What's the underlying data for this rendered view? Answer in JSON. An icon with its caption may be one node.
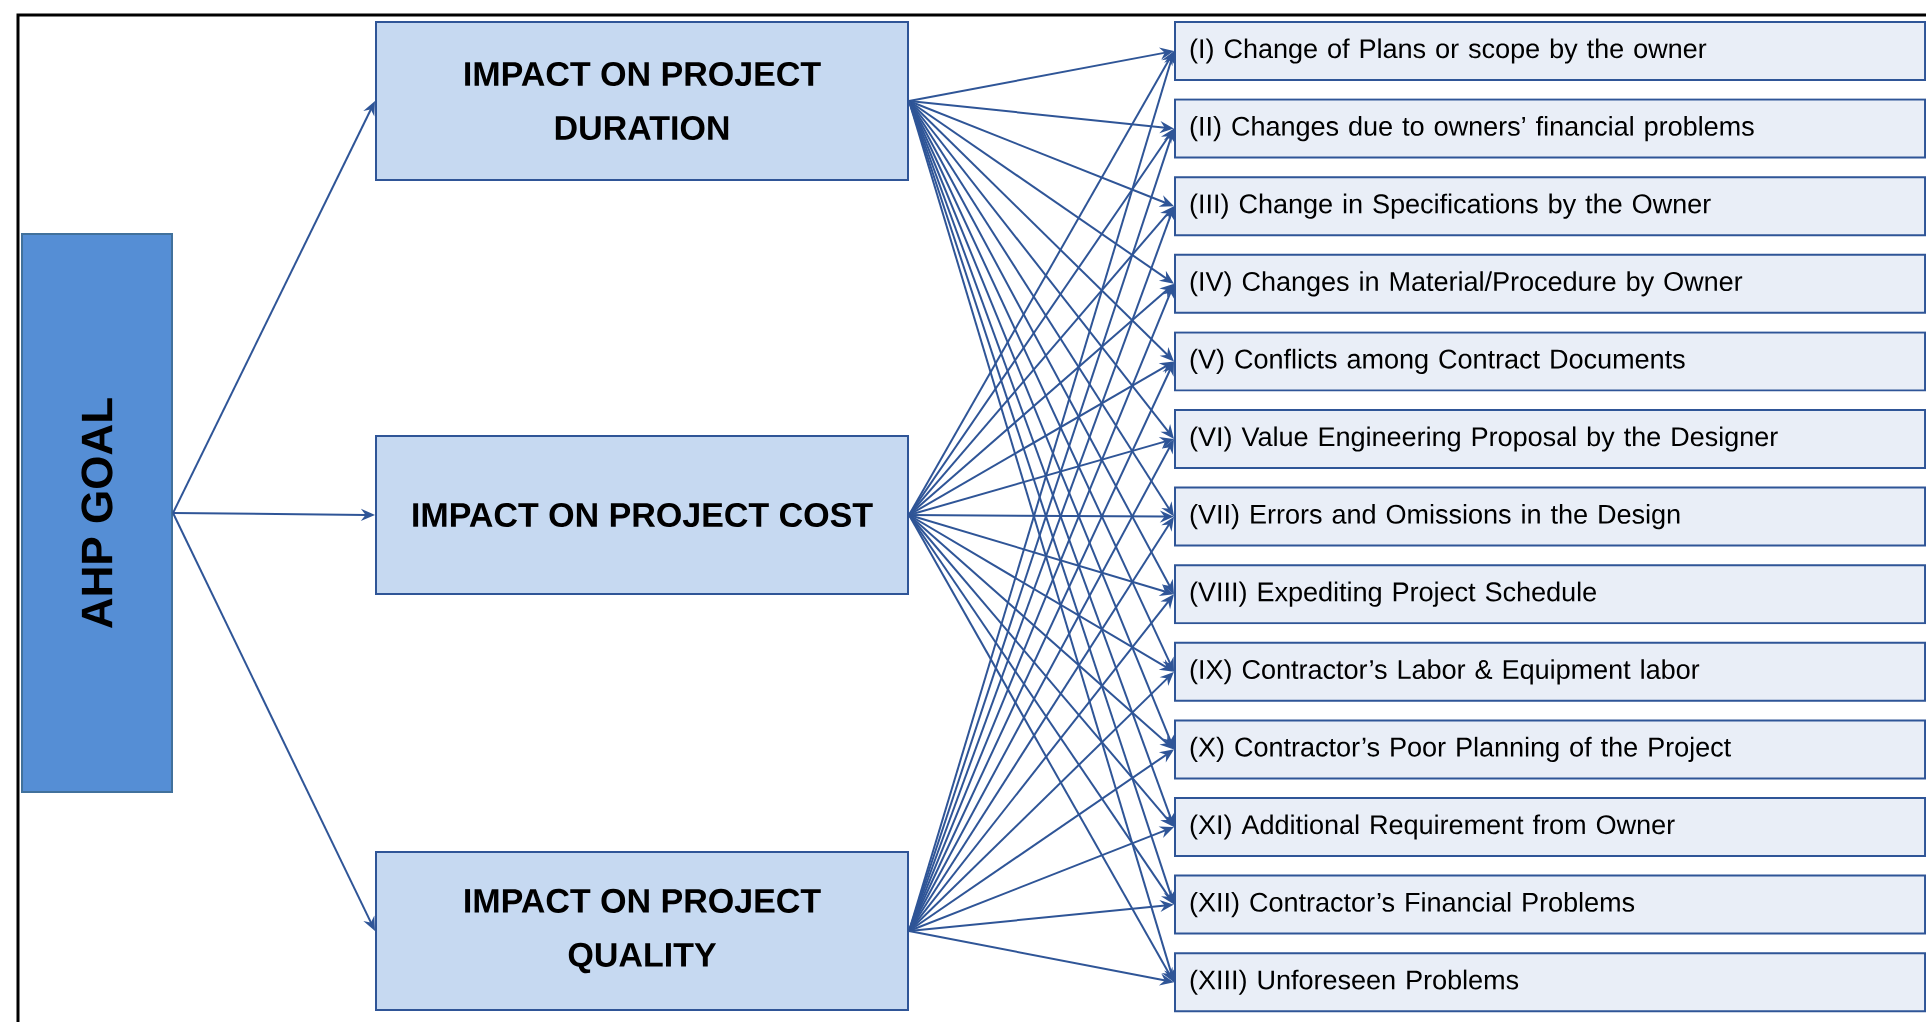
{
  "diagram": {
    "nodes": [
      {
        "text": [
          "AHP GOAL"
        ]
      },
      {
        "text": [
          "IMPACT ON PROJECT DURATION"
        ]
      },
      {
        "text": [
          "IMPACT ON PROJECT COST"
        ]
      },
      {
        "text": [
          "IMPACT ON PROJECT QUALITY"
        ]
      },
      {
        "text": [
          "(I) Change of Plans or scope by the owner"
        ]
      },
      {
        "text": [
          "(II) Changes due to owners’ financial problems"
        ]
      },
      {
        "text": [
          "(III) Change in Specifications by the Owner"
        ]
      },
      {
        "text": [
          "(IV) Changes in Material/Procedure by Owner"
        ]
      },
      {
        "text": [
          "(V) Conflicts among Contract Documents"
        ]
      },
      {
        "text": [
          "(VI) Value Engineering Proposal by the Designer"
        ]
      },
      {
        "text": [
          "(VII) Errors and Omissions in the Design"
        ]
      },
      {
        "text": [
          "(VIII) Expediting Project Schedule"
        ]
      },
      {
        "text": [
          "(IX) Contractor’s Labor & Equipment labor"
        ]
      },
      {
        "text": [
          "(X) Contractor’s Poor Planning of the Project"
        ]
      },
      {
        "text": [
          "(XI) Additional Requirement from Owner"
        ]
      },
      {
        "text": [
          "(XII) Contractor’s Financial Problems"
        ]
      },
      {
        "text": [
          "(XIII) Unforeseen Problems"
        ]
      }
    ],
    "edges": [
      {
        "from": 0,
        "to": 1,
        "arrow": "to"
      },
      {
        "from": 0,
        "to": 2,
        "arrow": "to"
      },
      {
        "from": 0,
        "to": 3,
        "arrow": "to"
      },
      {
        "from": 1,
        "to": 4,
        "arrow": "to"
      },
      {
        "from": 1,
        "to": 5,
        "arrow": "to"
      },
      {
        "from": 1,
        "to": 6,
        "arrow": "to"
      },
      {
        "from": 1,
        "to": 7,
        "arrow": "to"
      },
      {
        "from": 1,
        "to": 8,
        "arrow": "to"
      },
      {
        "from": 1,
        "to": 9,
        "arrow": "to"
      },
      {
        "from": 1,
        "to": 10,
        "arrow": "to"
      },
      {
        "from": 1,
        "to": 11,
        "arrow": "to"
      },
      {
        "from": 1,
        "to": 12,
        "arrow": "to"
      },
      {
        "from": 1,
        "to": 13,
        "arrow": "to"
      },
      {
        "from": 1,
        "to": 14,
        "arrow": "to"
      },
      {
        "from": 1,
        "to": 15,
        "arrow": "to"
      },
      {
        "from": 1,
        "to": 16,
        "arrow": "to"
      },
      {
        "from": 2,
        "to": 4,
        "arrow": "to"
      },
      {
        "from": 2,
        "to": 5,
        "arrow": "to"
      },
      {
        "from": 2,
        "to": 6,
        "arrow": "to"
      },
      {
        "from": 2,
        "to": 7,
        "arrow": "to"
      },
      {
        "from": 2,
        "to": 8,
        "arrow": "to"
      },
      {
        "from": 2,
        "to": 9,
        "arrow": "to"
      },
      {
        "from": 2,
        "to": 10,
        "arrow": "to"
      },
      {
        "from": 2,
        "to": 11,
        "arrow": "to"
      },
      {
        "from": 2,
        "to": 12,
        "arrow": "to"
      },
      {
        "from": 2,
        "to": 13,
        "arrow": "to"
      },
      {
        "from": 2,
        "to": 14,
        "arrow": "to"
      },
      {
        "from": 2,
        "to": 15,
        "arrow": "to"
      },
      {
        "from": 2,
        "to": 16,
        "arrow": "to"
      },
      {
        "from": 3,
        "to": 4,
        "arrow": "to"
      },
      {
        "from": 3,
        "to": 5,
        "arrow": "to"
      },
      {
        "from": 3,
        "to": 6,
        "arrow": "to"
      },
      {
        "from": 3,
        "to": 7,
        "arrow": "to"
      },
      {
        "from": 3,
        "to": 8,
        "arrow": "to"
      },
      {
        "from": 3,
        "to": 9,
        "arrow": "to"
      },
      {
        "from": 3,
        "to": 10,
        "arrow": "to"
      },
      {
        "from": 3,
        "to": 11,
        "arrow": "to"
      },
      {
        "from": 3,
        "to": 12,
        "arrow": "to"
      },
      {
        "from": 3,
        "to": 13,
        "arrow": "to"
      },
      {
        "from": 3,
        "to": 14,
        "arrow": "to"
      },
      {
        "from": 3,
        "to": 15,
        "arrow": "to"
      },
      {
        "from": 3,
        "to": 16,
        "arrow": "to"
      }
    ]
  }
}
